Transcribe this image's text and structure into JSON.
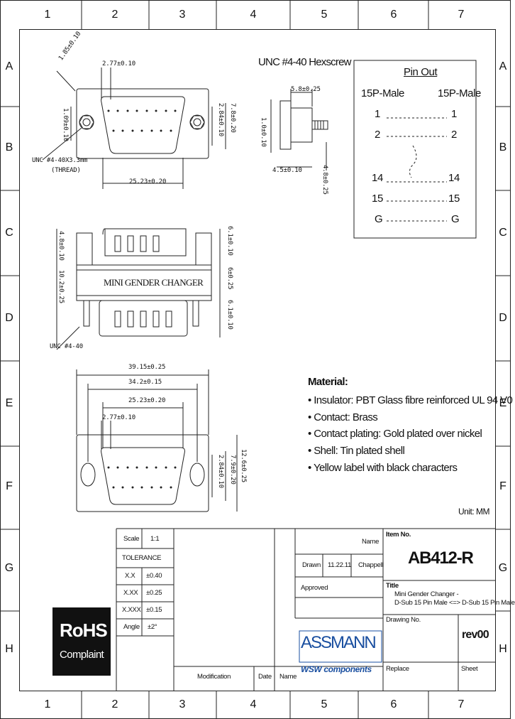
{
  "grid": {
    "columns": [
      "1",
      "2",
      "3",
      "4",
      "5",
      "6",
      "7"
    ],
    "rows": [
      "A",
      "B",
      "C",
      "D",
      "E",
      "F",
      "G",
      "H"
    ]
  },
  "hexscrew_title": "UNC #4-40 Hexscrew",
  "pinout": {
    "title": "Pin Out",
    "left_header": "15P-Male",
    "right_header": "15P-Male",
    "rows": [
      {
        "left": "1",
        "right": "1"
      },
      {
        "left": "2",
        "right": "2"
      },
      {
        "left": "14",
        "right": "14"
      },
      {
        "left": "15",
        "right": "15"
      },
      {
        "left": "G",
        "right": "G"
      }
    ]
  },
  "dimensions": {
    "pin_pitch_top": "2.77±0.10",
    "pin_pitch_bottom": "2.77±0.10",
    "screw_offset": "1.09±0.10",
    "screw_flange": "1.85±0.10",
    "row_spacing_1": "2.84±0.10",
    "row_spacing_2": "2.84±0.10",
    "body_height_1": "7.8±0.20",
    "body_height_2": "7.9±0.20",
    "width_25": "25.23±0.20",
    "width_25_b": "25.23±0.20",
    "width_34": "34.2±0.15",
    "width_39": "39.15±0.25",
    "height_12": "12.6±0.25",
    "hex_top": "5.8±0.25",
    "hex_body": "1.0±0.10",
    "hex_base": "4.5±0.10",
    "hex_nut": "4.8±0.25",
    "side_1": "4.8±0.10",
    "side_2": "6.1±0.10",
    "side_3": "6±0.25",
    "side_4": "10.2±0.25",
    "side_5": "6.1±0.10",
    "thread_callout": "UNC #4-40X3.3mm",
    "thread_note": "(THREAD)",
    "unc_label": "UNC #4-40",
    "label_text": "MINI GENDER CHANGER"
  },
  "material": {
    "heading": "Material:",
    "items": [
      "Insulator: PBT Glass fibre reinforced UL 94 V0",
      "Contact: Brass",
      "Contact plating: Gold plated over nickel",
      "Shell: Tin plated shell",
      "Yellow label with black characters"
    ]
  },
  "unit": "Unit: MM",
  "title_block": {
    "scale_label": "Scale",
    "scale_value": "1:1",
    "tolerance_label": "TOLERANCE",
    "tolerances": [
      {
        "label": "X.X",
        "value": "±0.40"
      },
      {
        "label": "X.XX",
        "value": "±0.25"
      },
      {
        "label": "X.XXX",
        "value": "±0.15"
      },
      {
        "label": "Angle",
        "value": "±2°"
      }
    ],
    "name_label": "Name",
    "drawn_label": "Drawn",
    "drawn_date": "11.22.11",
    "drawn_name": "Chappell",
    "approved_label": "Approved",
    "item_no_label": "Item No.",
    "item_no": "AB412-R",
    "title_label": "Title",
    "title_line1": "Mini Gender Changer -",
    "title_line2": "D-Sub 15 Pin Male <=> D-Sub 15 Pin Male",
    "drawing_no_label": "Drawing No.",
    "revision": "rev00",
    "replace_label": "Replace",
    "sheet_label": "Sheet",
    "modification_label": "Modification",
    "date_label": "Date",
    "name_label_2": "Name",
    "brand": "ASSMANN",
    "brand_sub": "WSW components",
    "rohs_line1": "RoHS",
    "rohs_line2": "Complaint"
  }
}
